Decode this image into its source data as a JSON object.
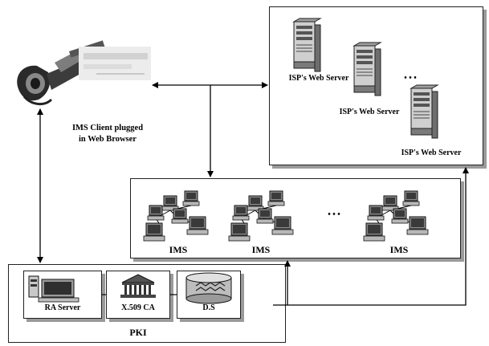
{
  "client": {
    "label_line1": "IMS Client plugged",
    "label_line2": "in Web Browser"
  },
  "isp_group": {
    "server_label": "ISP's Web Server",
    "ellipsis": "• • •"
  },
  "ims_group": {
    "node_label": "IMS",
    "ellipsis": "• • •"
  },
  "pki": {
    "title": "PKI",
    "ra_server": "RA Server",
    "ca": "X.509 CA",
    "ds": "D.S"
  }
}
